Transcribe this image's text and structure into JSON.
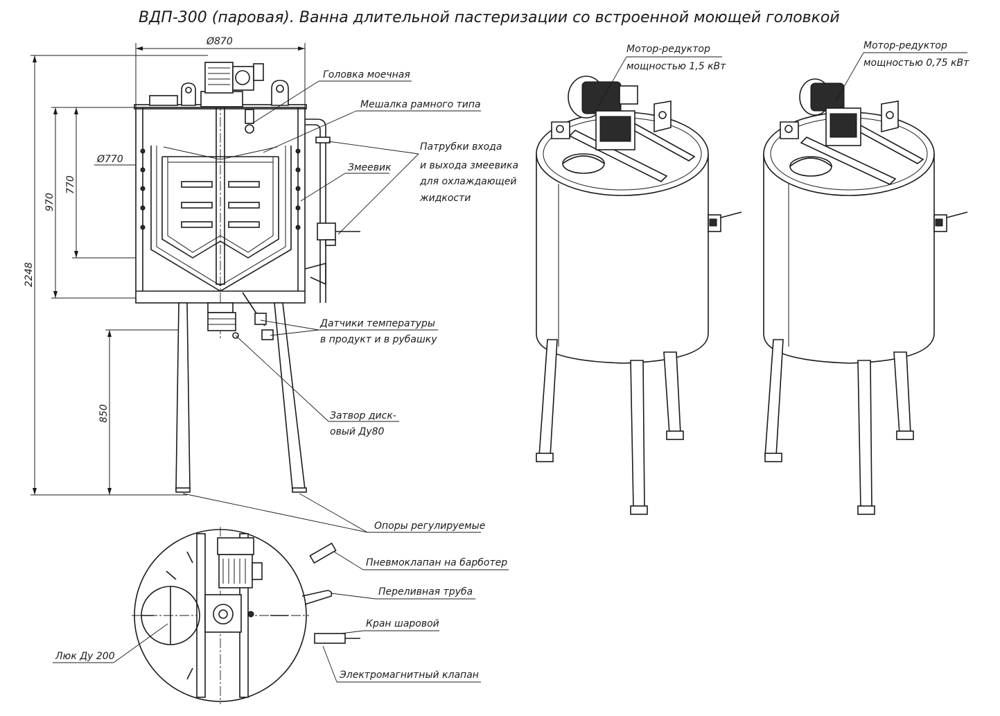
{
  "title": "ВДП-300 (паровая). Ванна длительной пастеризации  со встроенной моющей головкой",
  "dimensions": {
    "d870": "Ø870",
    "d770": "Ø770",
    "h770": "770",
    "h970": "970",
    "h2248": "2248",
    "h850": "850"
  },
  "callouts": {
    "head": "Головка моечная",
    "mixer": "Мешалка рамного типа",
    "nozzles_1": "Патрубки входа",
    "nozzles_2": "и выхода змеевика",
    "nozzles_3": "для охлаждающей",
    "nozzles_4": "жидкости",
    "coil": "Змеевик",
    "sensors_1": "Датчики температуры",
    "sensors_2": "в продукт и в рубашку",
    "valve_1": "Затвор диск-",
    "valve_2": "овый Ду80",
    "feet": "Опоры регулируемые",
    "pneumo": "Пневмоклапан на барботер",
    "overflow": "Переливная труба",
    "ball": "Кран шаровой",
    "hatch": "Люк Ду 200",
    "solenoid": "Электромагнитный клапан"
  },
  "motors": {
    "left_1": "Мотор-редуктор",
    "left_2": "мощностью 1,5 кВт",
    "right_1": "Мотор-редуктор",
    "right_2": "мощностью 0,75 кВт"
  }
}
